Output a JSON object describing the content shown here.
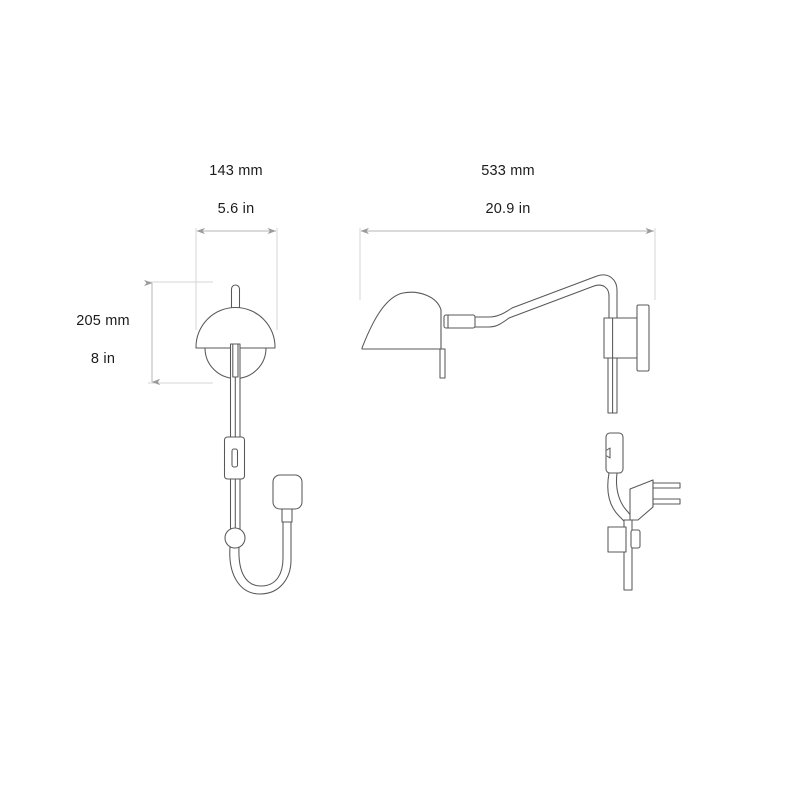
{
  "drawing": {
    "title": "Wall lamp dimension specification drawing",
    "background_color": "#ffffff",
    "line_color": "#58585a",
    "dimension_line_color": "#b4b4b6",
    "extension_line_color": "#d6d6d8",
    "text_color": "#1b1b1b"
  },
  "views": {
    "front": {
      "name": "front-elevation",
      "dimensions": {
        "width": {
          "metric_label": "143 mm",
          "imperial_label": "5.6 in",
          "metric_value": 143,
          "imperial_value": 5.6,
          "orientation": "horizontal"
        },
        "height": {
          "metric_label": "205 mm",
          "imperial_label": "8 in",
          "metric_value": 205,
          "imperial_value": 8,
          "orientation": "vertical"
        }
      },
      "parts": [
        "dome-shade",
        "top-finial",
        "vertical-rod",
        "inline-switch",
        "cord-grommet",
        "power-cord",
        "plug-body"
      ]
    },
    "side": {
      "name": "side-elevation",
      "dimensions": {
        "projection": {
          "metric_label": "533 mm",
          "imperial_label": "20.9 in",
          "metric_value": 533,
          "imperial_value": 20.9,
          "orientation": "horizontal"
        }
      },
      "parts": [
        "dome-shade",
        "shade-swivel-joint",
        "swan-neck-arm",
        "wall-bracket",
        "wall-plate",
        "vertical-rod",
        "inline-switch",
        "uk-plug",
        "cord-clip"
      ]
    }
  }
}
